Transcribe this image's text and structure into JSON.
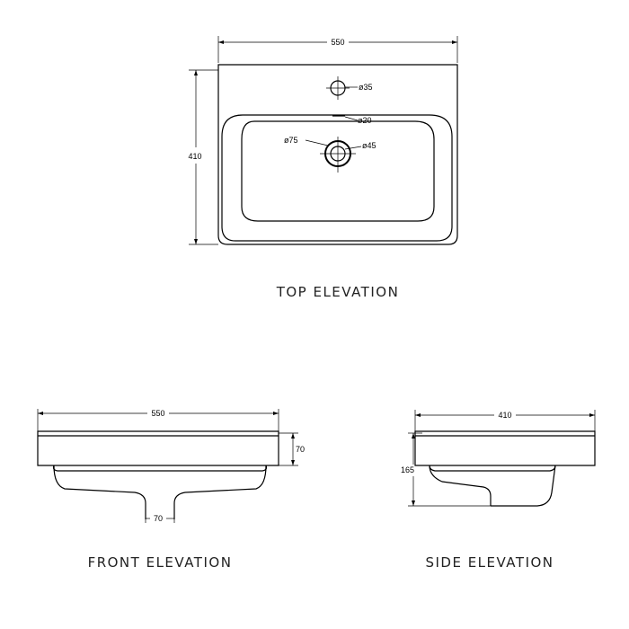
{
  "top_elevation": {
    "title": "TOP ELEVATION",
    "width_dim": "550",
    "depth_dim": "410",
    "tap_hole_dim": "ø35",
    "overflow_dim": "ø20",
    "waste_outer_dim": "ø75",
    "waste_inner_dim": "ø45"
  },
  "front_elevation": {
    "title": "FRONT ELEVATION",
    "width_dim": "550",
    "rim_height_dim": "70",
    "outlet_width_dim": "70"
  },
  "side_elevation": {
    "title": "SIDE ELEVATION",
    "depth_dim": "410",
    "height_dim": "165"
  }
}
